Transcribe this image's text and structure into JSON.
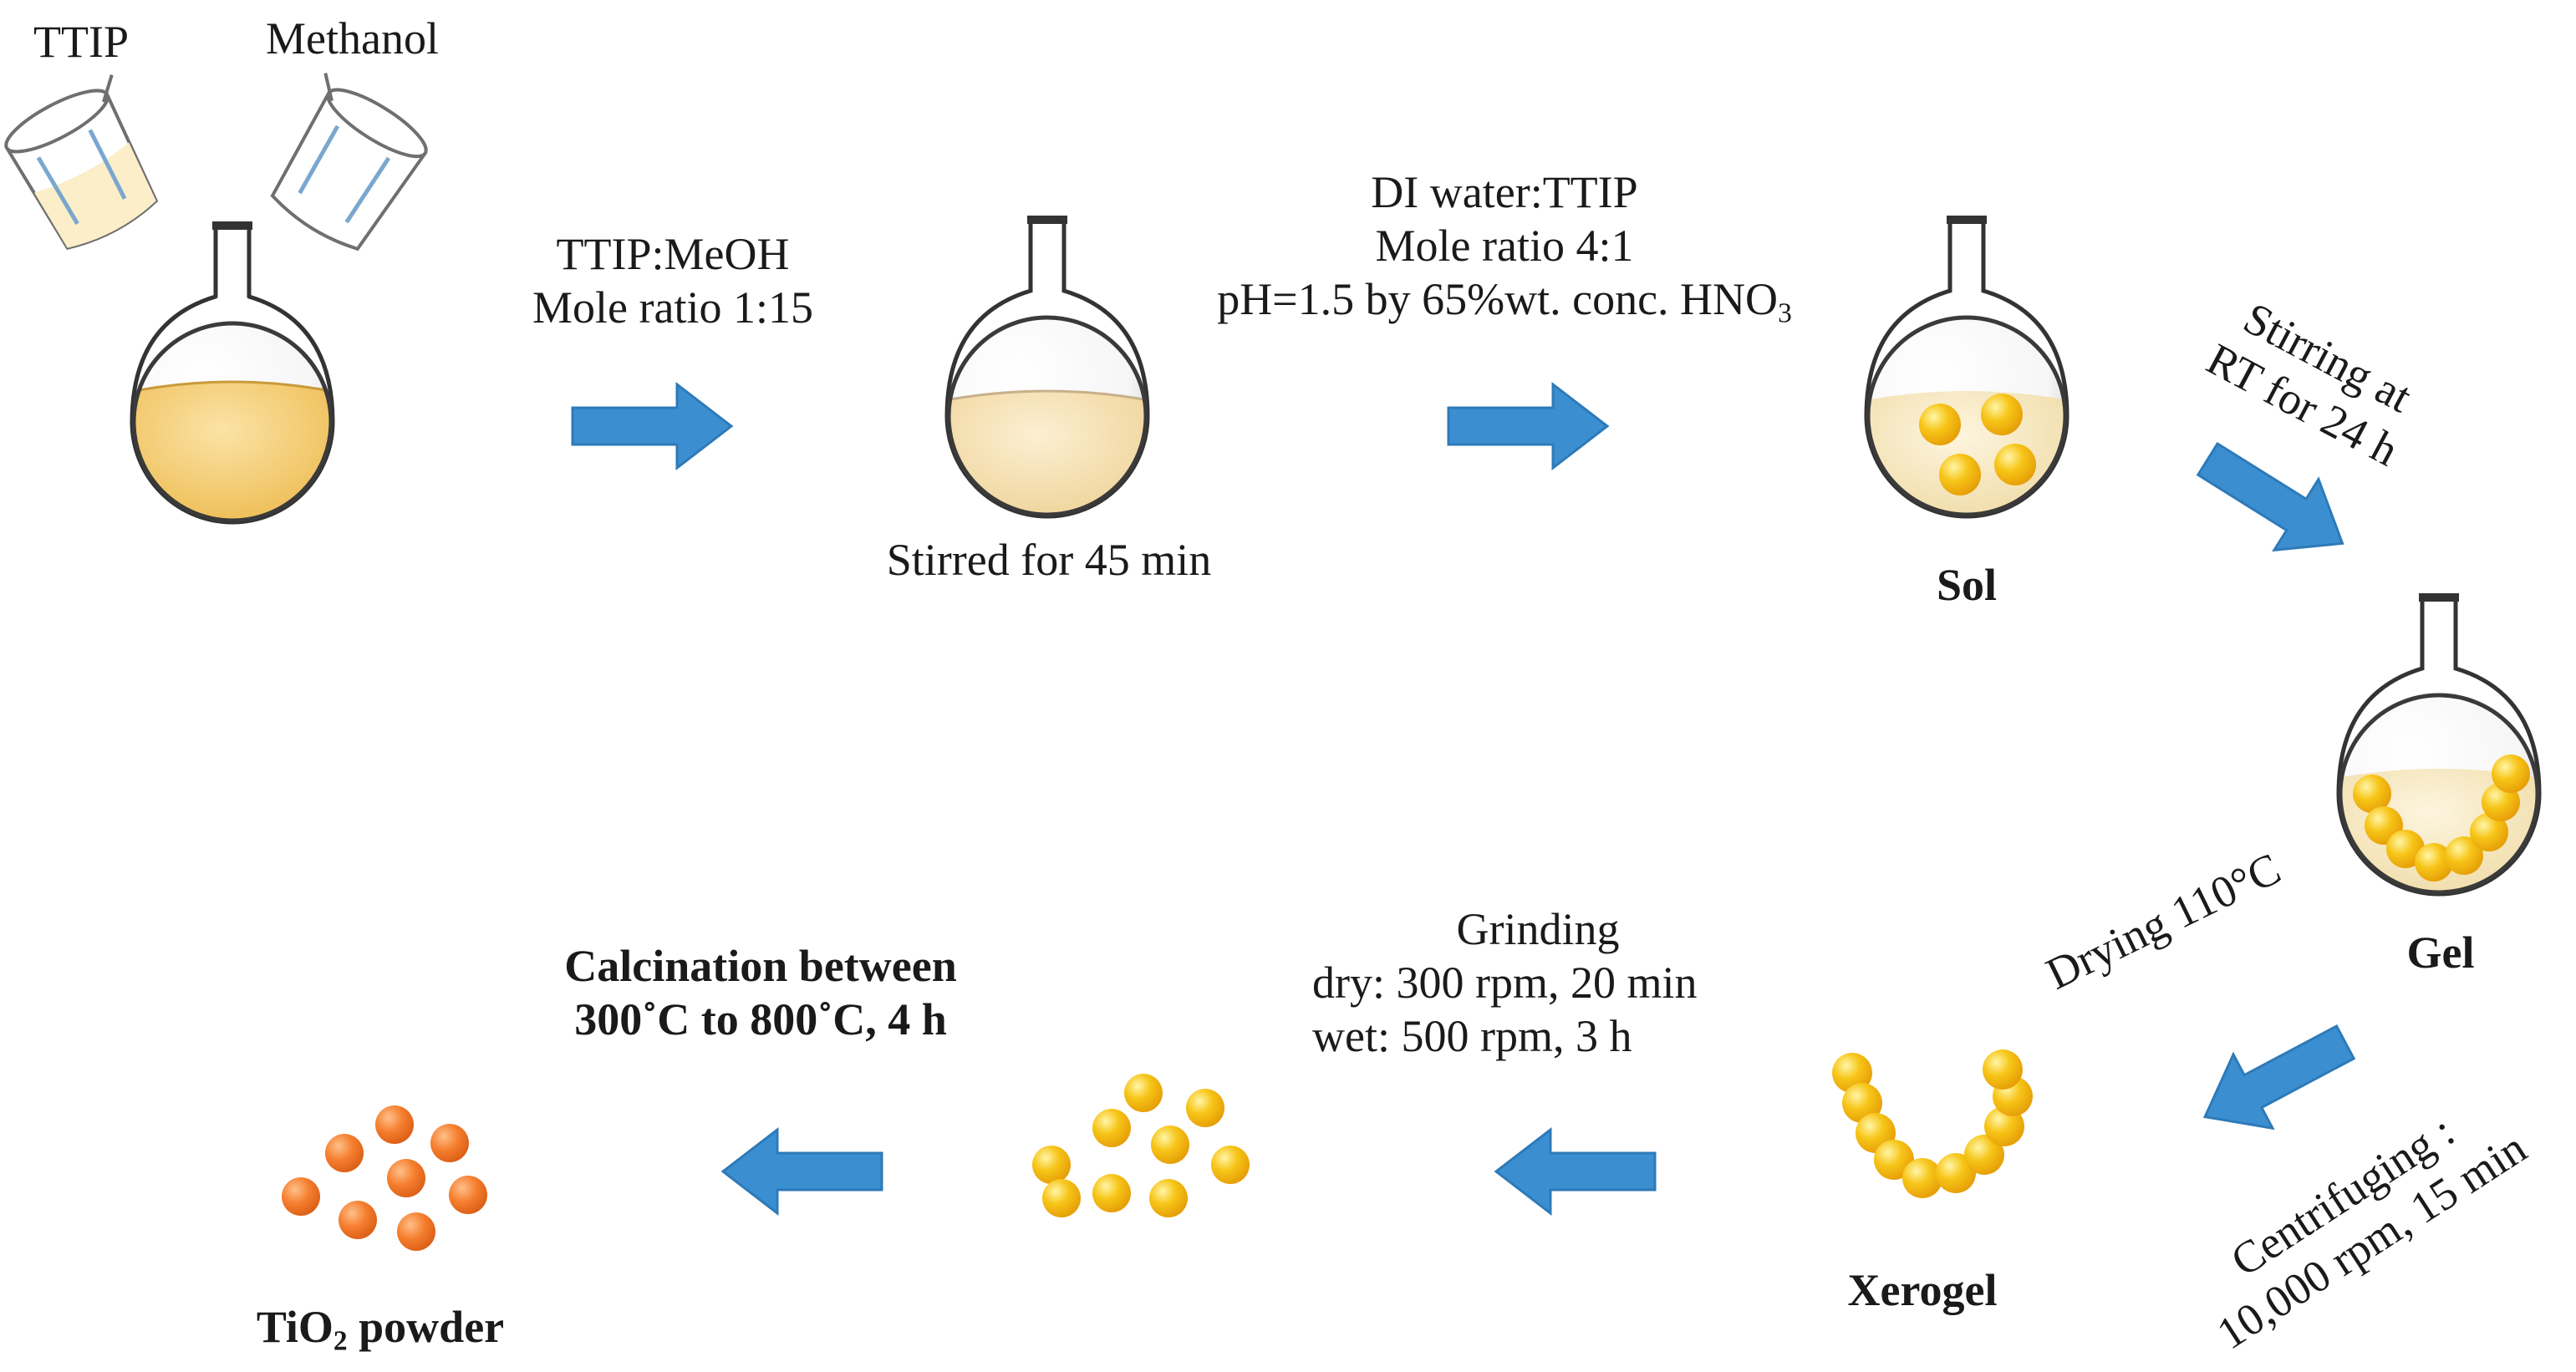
{
  "reagents": {
    "ttip": "TTIP",
    "methanol": "Methanol"
  },
  "steps": {
    "mix": {
      "line1": "TTIP:MeOH",
      "line2": "Mole ratio 1:15"
    },
    "stirred": "Stirred for 45 min",
    "hydrolysis": {
      "line1": "DI water:TTIP",
      "line2": "Mole ratio 4:1",
      "line3_prefix": "pH=1.5 by 65%wt. conc. HNO",
      "line3_sub": "3"
    },
    "sol": "Sol",
    "stirring": {
      "line1": "Stirring at",
      "line2": "RT for 24 h"
    },
    "gel": "Gel",
    "drying": "Drying 110°C",
    "centrifuging": {
      "line1": "Centrifuging :",
      "line2": "10,000 rpm, 15 min"
    },
    "xerogel": "Xerogel",
    "grinding": {
      "line1": "Grinding",
      "line2": "dry: 300 rpm, 20 min",
      "line3": "wet: 500 rpm, 3 h"
    },
    "calcination": {
      "line1": "Calcination between",
      "line2": "300˚C to 800˚C, 4 h"
    },
    "product": {
      "prefix": "TiO",
      "sub": "2",
      "suffix": " powder"
    }
  },
  "colors": {
    "arrow": "#3b8fd0",
    "arrow_stroke": "#2e7ab8",
    "ttip_liquid": "#fbeec8",
    "methanol_liquid": "#ffffff",
    "initial_solution": "#f6d27a",
    "stirred_solution": "#f7e3b5",
    "sol_solution": "#f8ebc6",
    "gel_solution": "#f8ebc6",
    "yellow_particle": "#f5b90e",
    "orange_particle": "#f2792b"
  }
}
